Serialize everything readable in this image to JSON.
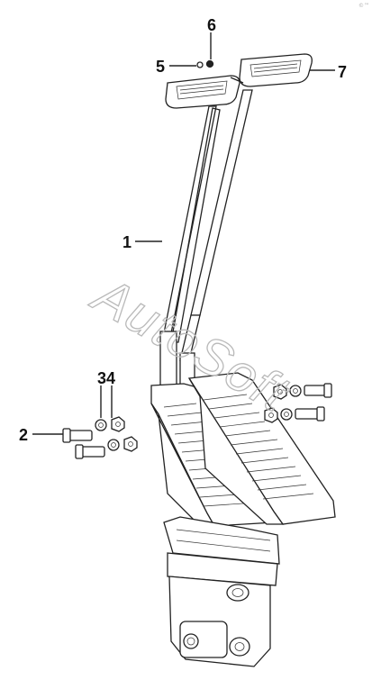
{
  "diagram": {
    "callouts": [
      {
        "id": "c6",
        "label": "6"
      },
      {
        "id": "c5",
        "label": "5"
      },
      {
        "id": "c7",
        "label": "7"
      },
      {
        "id": "c1",
        "label": "1"
      },
      {
        "id": "c34",
        "label": "34"
      },
      {
        "id": "c2",
        "label": "2"
      }
    ],
    "watermark": "AutoSoft",
    "corner_mark": "©™"
  },
  "colors": {
    "line": "#222222",
    "watermark": "#b9b9b9",
    "background": "#ffffff"
  }
}
